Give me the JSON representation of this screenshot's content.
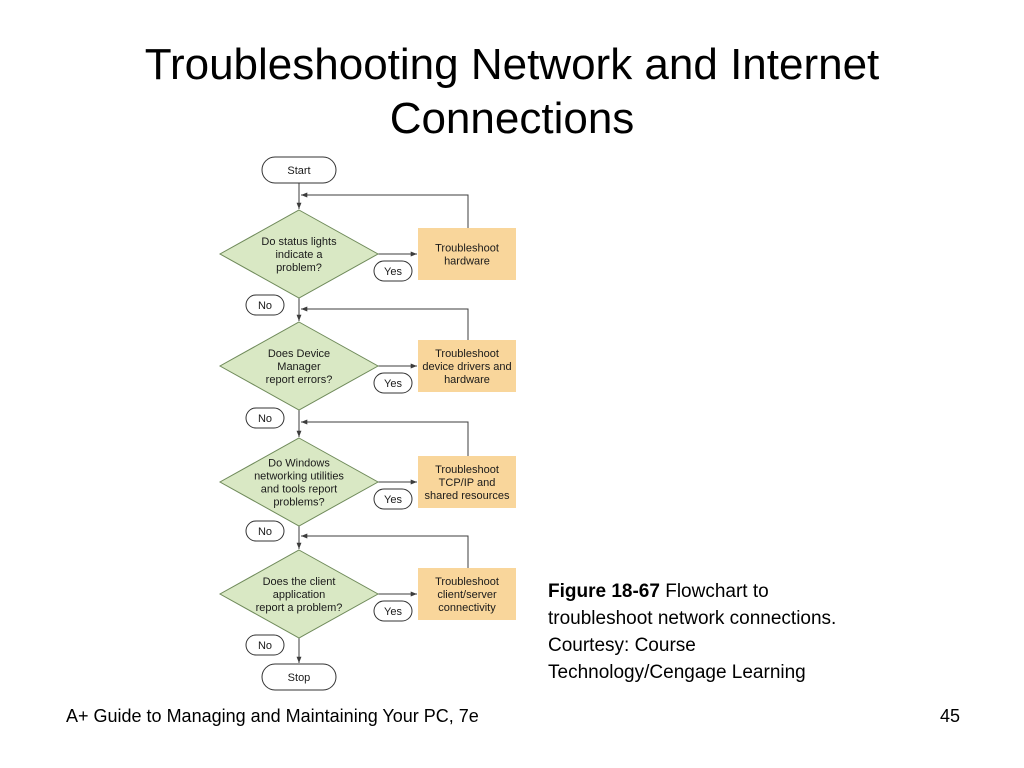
{
  "title": {
    "line1": "Troubleshooting Network and Internet",
    "line2": "Connections"
  },
  "flowchart": {
    "start": "Start",
    "stop": "Stop",
    "yes": "Yes",
    "no": "No",
    "decisions": [
      [
        "Do status lights",
        "indicate a",
        "problem?"
      ],
      [
        "Does Device",
        "Manager",
        "report errors?"
      ],
      [
        "Do Windows",
        "networking utilities",
        "and tools report",
        "problems?"
      ],
      [
        "Does the client",
        "application",
        "report a problem?"
      ]
    ],
    "actions": [
      [
        "Troubleshoot",
        "hardware"
      ],
      [
        "Troubleshoot",
        "device drivers and",
        "hardware"
      ],
      [
        "Troubleshoot",
        "TCP/IP and",
        "shared resources"
      ],
      [
        "Troubleshoot",
        "client/server",
        "connectivity"
      ]
    ]
  },
  "caption": {
    "label": "Figure 18-67",
    "text": "Flowchart to troubleshoot network connections. Courtesy: Course Technology/Cengage Learning"
  },
  "footer": {
    "left": "A+ Guide to Managing and Maintaining Your PC, 7e",
    "page": "45"
  }
}
